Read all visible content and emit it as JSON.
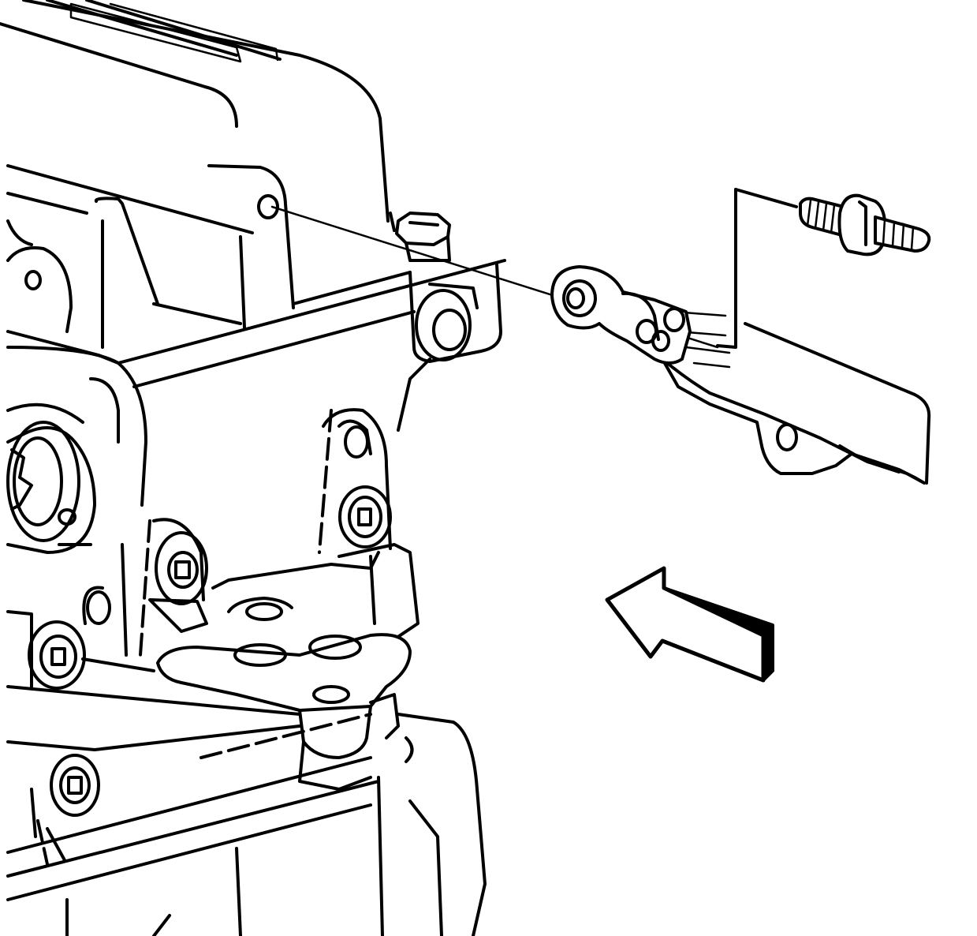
{
  "diagram": {
    "background": "#ffffff",
    "ink": "#000000",
    "parts": [
      {
        "id": "engine-block",
        "icon": "engine-block-icon"
      },
      {
        "id": "bracket-stud-hole",
        "icon": "hole-icon"
      },
      {
        "id": "ground-strap-terminal",
        "icon": "ring-terminal-icon"
      },
      {
        "id": "ground-wire-harness",
        "icon": "wire-harness-icon"
      },
      {
        "id": "stud-bolt",
        "icon": "stud-bolt-icon"
      },
      {
        "id": "engine-mount-bracket",
        "icon": "mount-bracket-icon"
      },
      {
        "id": "direction-arrow",
        "icon": "arrow-left-icon"
      }
    ],
    "callouts": []
  }
}
